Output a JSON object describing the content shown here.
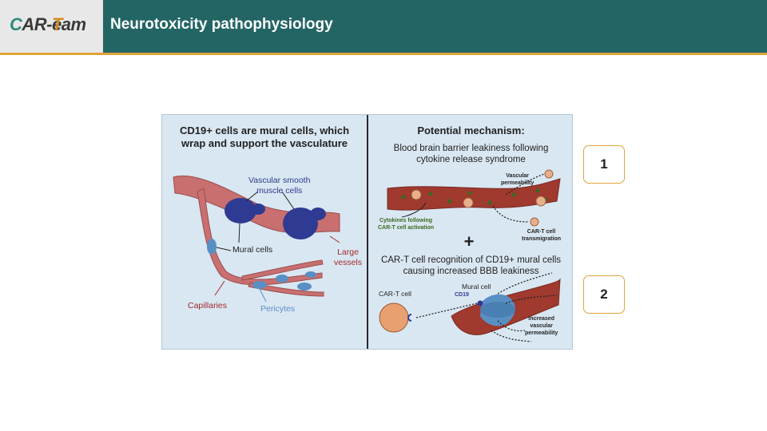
{
  "header": {
    "logo": {
      "c": "C",
      "ar": "AR-",
      "t": "T",
      "eam": "eam"
    },
    "title": "Neurotoxicity pathophysiology"
  },
  "figure": {
    "left": {
      "heading_line1": "CD19+ cells are mural cells, which",
      "heading_line2": "wrap and support the vasculature",
      "vsmc_line1": "Vascular smooth",
      "vsmc_line2": "muscle cells",
      "mural_cells": "Mural cells",
      "large_vessels_line1": "Large",
      "large_vessels_line2": "vessels",
      "capillaries": "Capillaries",
      "pericytes": "Pericytes"
    },
    "right": {
      "heading": "Potential mechanism:",
      "sub1_line1": "Blood brain barrier leakiness following",
      "sub1_line2": "cytokine release syndrome",
      "vascular_permeability_line1": "Vascular",
      "vascular_permeability_line2": "permeability",
      "cytokines_line1": "Cytokines following",
      "cytokines_line2": "CAR-T cell activation",
      "transmigration_line1": "CAR-T cell",
      "transmigration_line2": "transmigration",
      "plus": "+",
      "sub2_line1": "CAR-T cell recognition of CD19+ mural cells",
      "sub2_line2": "causing increased BBB leakiness",
      "car_t_cell": "CAR-T cell",
      "mural_cell": "Mural cell",
      "cd19": "CD19",
      "increased_line1": "Increased",
      "increased_line2": "vascular",
      "increased_line3": "permeability"
    }
  },
  "callouts": [
    "1",
    "2"
  ],
  "colors": {
    "header": "#236564",
    "accent": "#e0a43a",
    "vessel": "#c96f6f",
    "mural": "#2f3a93",
    "pericyte": "#5a8fc4"
  }
}
